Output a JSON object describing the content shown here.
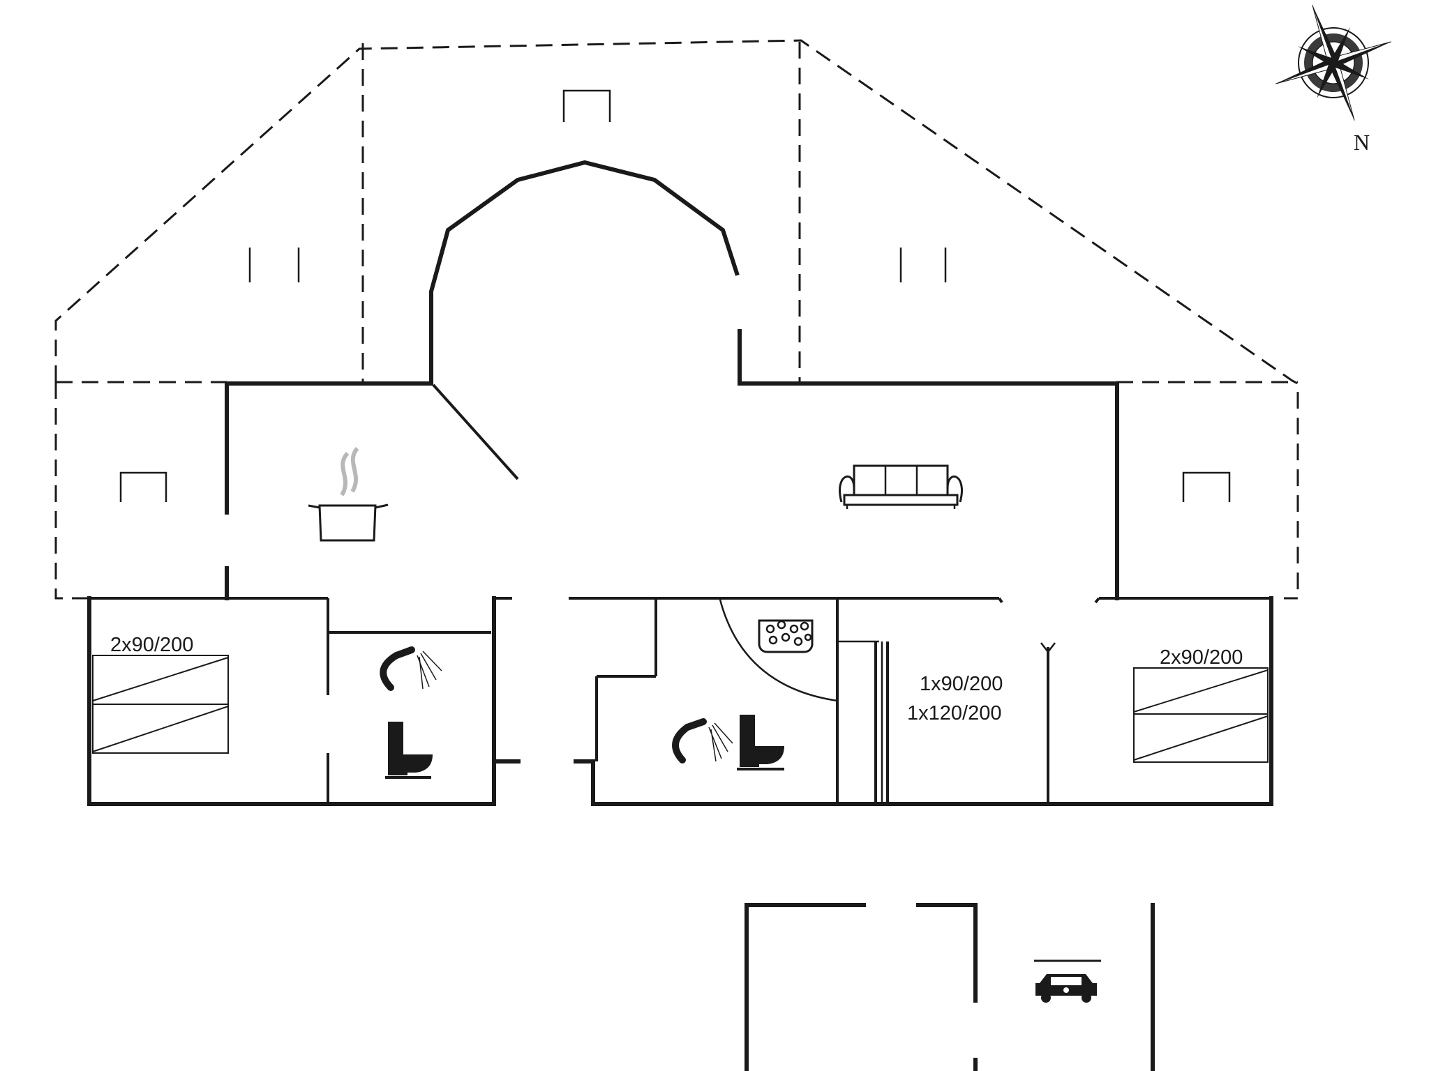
{
  "bed_labels": {
    "bedroom_west": "2x90/200",
    "bedroom_middle_1": "1x90/200",
    "bedroom_middle_2": "1x120/200",
    "bedroom_east": "2x90/200"
  },
  "compass": {
    "north_label": "N"
  },
  "icons": [
    "kitchen-pot-icon",
    "sofa-icon",
    "shower-icon",
    "toilet-icon",
    "jacuzzi-icon",
    "car-icon",
    "compass-icon",
    "chair-icon"
  ],
  "colors": {
    "line": "#1a1a1a",
    "background": "#ffffff",
    "steam": "#b8b8b8"
  }
}
